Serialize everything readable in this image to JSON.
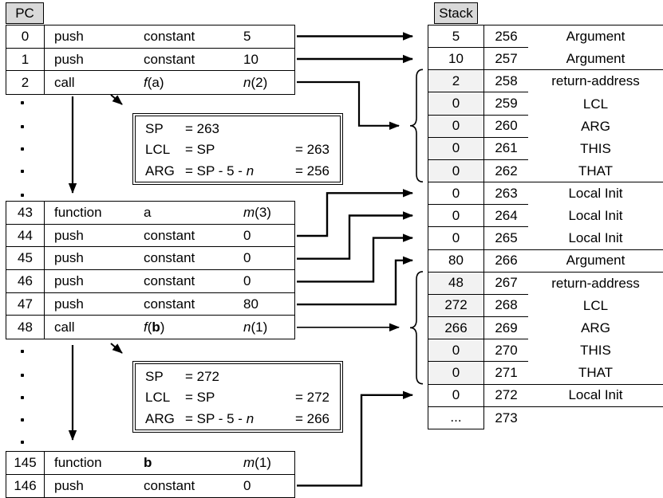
{
  "left_panel": {
    "pc_header": "PC",
    "continuation_dots": {
      "char": ".",
      "per_gap": 5
    },
    "blocks": [
      {
        "rows": [
          {
            "pc": "0",
            "op": "push",
            "arg1": [
              {
                "t": "constant"
              }
            ],
            "arg2": [
              {
                "t": "5"
              }
            ]
          },
          {
            "pc": "1",
            "op": "push",
            "arg1": [
              {
                "t": "constant"
              }
            ],
            "arg2": [
              {
                "t": "10"
              }
            ]
          },
          {
            "pc": "2",
            "op": "call",
            "arg1": [
              {
                "t": "f",
                "i": 1
              },
              {
                "t": "(a)"
              }
            ],
            "arg2": [
              {
                "t": "n",
                "i": 1
              },
              {
                "t": "(2)"
              }
            ]
          }
        ]
      },
      {
        "rows": [
          {
            "pc": "43",
            "op": "function",
            "arg1": [
              {
                "t": "a"
              }
            ],
            "arg2": [
              {
                "t": "m",
                "i": 1
              },
              {
                "t": "(3)"
              }
            ]
          },
          {
            "pc": "44",
            "op": "push",
            "arg1": [
              {
                "t": "constant"
              }
            ],
            "arg2": [
              {
                "t": "0"
              }
            ]
          },
          {
            "pc": "45",
            "op": "push",
            "arg1": [
              {
                "t": "constant"
              }
            ],
            "arg2": [
              {
                "t": "0"
              }
            ]
          },
          {
            "pc": "46",
            "op": "push",
            "arg1": [
              {
                "t": "constant"
              }
            ],
            "arg2": [
              {
                "t": "0"
              }
            ]
          },
          {
            "pc": "47",
            "op": "push",
            "arg1": [
              {
                "t": "constant"
              }
            ],
            "arg2": [
              {
                "t": "80"
              }
            ]
          },
          {
            "pc": "48",
            "op": "call",
            "arg1": [
              {
                "t": "f",
                "i": 1
              },
              {
                "t": "("
              },
              {
                "t": "b",
                "b": 1
              },
              {
                "t": ")"
              }
            ],
            "arg2": [
              {
                "t": "n",
                "i": 1
              },
              {
                "t": "(1)"
              }
            ]
          }
        ]
      },
      {
        "rows": [
          {
            "pc": "145",
            "op": "function",
            "arg1": [
              {
                "t": "b",
                "b": 1
              }
            ],
            "arg2": [
              {
                "t": "m",
                "i": 1
              },
              {
                "t": "(1)"
              }
            ]
          },
          {
            "pc": "146",
            "op": "push",
            "arg1": [
              {
                "t": "constant"
              }
            ],
            "arg2": [
              {
                "t": "0"
              }
            ]
          }
        ]
      }
    ]
  },
  "sp_boxes": [
    {
      "rows": [
        {
          "label": "SP",
          "mid": [
            {
              "t": "= 263"
            }
          ],
          "right": []
        },
        {
          "label": "LCL",
          "mid": [
            {
              "t": "= SP"
            }
          ],
          "right": [
            {
              "t": "= 263"
            }
          ]
        },
        {
          "label": "ARG",
          "mid": [
            {
              "t": "= SP - 5 - "
            },
            {
              "t": "n",
              "i": 1
            }
          ],
          "right": [
            {
              "t": "= 256"
            }
          ]
        }
      ]
    },
    {
      "rows": [
        {
          "label": "SP",
          "mid": [
            {
              "t": "= 272"
            }
          ],
          "right": []
        },
        {
          "label": "LCL",
          "mid": [
            {
              "t": "= SP"
            }
          ],
          "right": [
            {
              "t": "= 272"
            }
          ]
        },
        {
          "label": "ARG",
          "mid": [
            {
              "t": "= SP - 5 - "
            },
            {
              "t": "n",
              "i": 1
            }
          ],
          "right": [
            {
              "t": "= 266"
            }
          ]
        }
      ]
    }
  ],
  "stack_panel": {
    "header": "Stack",
    "rows": [
      {
        "value": "5",
        "addr": "256",
        "label": "Argument",
        "shaded": false,
        "group_end": false
      },
      {
        "value": "10",
        "addr": "257",
        "label": "Argument",
        "shaded": false,
        "group_end": true
      },
      {
        "value": "2",
        "addr": "258",
        "label": "return-address",
        "shaded": true,
        "group_end": false
      },
      {
        "value": "0",
        "addr": "259",
        "label": "LCL",
        "shaded": true,
        "group_end": false
      },
      {
        "value": "0",
        "addr": "260",
        "label": "ARG",
        "shaded": true,
        "group_end": false
      },
      {
        "value": "0",
        "addr": "261",
        "label": "THIS",
        "shaded": true,
        "group_end": false
      },
      {
        "value": "0",
        "addr": "262",
        "label": "THAT",
        "shaded": true,
        "group_end": true
      },
      {
        "value": "0",
        "addr": "263",
        "label": "Local Init",
        "shaded": false,
        "group_end": false
      },
      {
        "value": "0",
        "addr": "264",
        "label": "Local Init",
        "shaded": false,
        "group_end": false
      },
      {
        "value": "0",
        "addr": "265",
        "label": "Local Init",
        "shaded": false,
        "group_end": true
      },
      {
        "value": "80",
        "addr": "266",
        "label": "Argument",
        "shaded": false,
        "group_end": true
      },
      {
        "value": "48",
        "addr": "267",
        "label": "return-address",
        "shaded": true,
        "group_end": false
      },
      {
        "value": "272",
        "addr": "268",
        "label": "LCL",
        "shaded": true,
        "group_end": false
      },
      {
        "value": "266",
        "addr": "269",
        "label": "ARG",
        "shaded": true,
        "group_end": false
      },
      {
        "value": "0",
        "addr": "270",
        "label": "THIS",
        "shaded": true,
        "group_end": false
      },
      {
        "value": "0",
        "addr": "271",
        "label": "THAT",
        "shaded": true,
        "group_end": true
      },
      {
        "value": "0",
        "addr": "272",
        "label": "Local Init",
        "shaded": false,
        "group_end": true
      },
      {
        "value": "...",
        "addr": "273",
        "label": "",
        "shaded": false,
        "group_end": false,
        "last": true
      }
    ]
  },
  "colors": {
    "header_bg": "#d9d9d9",
    "shaded_cell": "#f2f2f2",
    "line": "#000000"
  }
}
